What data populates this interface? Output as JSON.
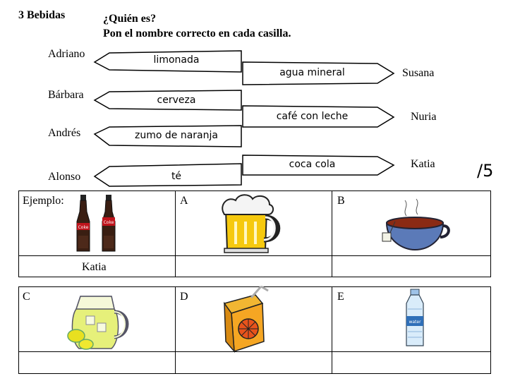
{
  "header": {
    "title": "3  Bebidas",
    "question": "¿Quién es?",
    "instruction": "Pon el nombre correcto en cada casilla."
  },
  "people_left": [
    "Adriano",
    "Bárbara",
    "Andrés",
    "Alonso"
  ],
  "drinks_left": [
    "limonada",
    "cerveza",
    "zumo de naranja",
    "té"
  ],
  "drinks_right": [
    "agua mineral",
    "café con leche",
    "coca cola"
  ],
  "people_right": [
    "Susana",
    "Nuria",
    "Katia"
  ],
  "score": "/5",
  "grid": {
    "example_label": "Ejemplo:",
    "example_answer": "Katia",
    "cells": [
      "A",
      "B",
      "C",
      "D",
      "E"
    ]
  },
  "pictures": {
    "example": "coca-cola-bottles",
    "A": "beer-mug",
    "B": "tea-cup",
    "C": "lemonade-pitcher",
    "D": "orange-juice-carton",
    "E": "water-bottle"
  },
  "bottle_labels": [
    "Coke",
    "Coke"
  ],
  "water_label": "water"
}
